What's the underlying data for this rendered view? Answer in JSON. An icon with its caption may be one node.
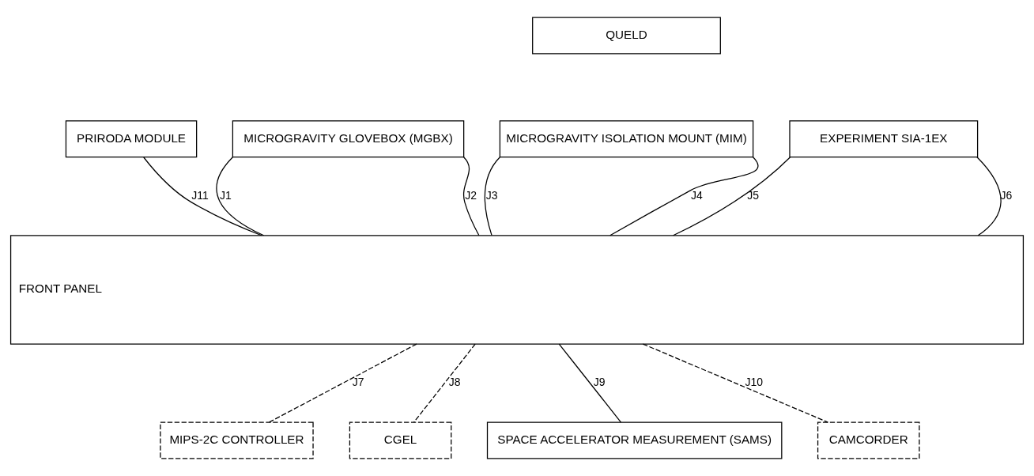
{
  "diagram": {
    "nodes": [
      {
        "text": [
          "PRIRODA MODULE"
        ]
      },
      {
        "text": [
          "MICROGRAVITY GLOVEBOX (MGBX)"
        ]
      },
      {
        "text": [
          "QUELD"
        ]
      },
      {
        "text": [
          "MICROGRAVITY ISOLATION MOUNT (MIM)"
        ]
      },
      {
        "text": [
          "EXPERIMENT SIA-1EX"
        ]
      },
      {
        "text": [
          "FRONT PANEL"
        ]
      },
      {
        "text": [
          "MIPS-2C CONTROLLER"
        ]
      },
      {
        "text": [
          "CGEL"
        ]
      },
      {
        "text": [
          "SPACE ACCELERATOR MEASUREMENT (SAMS)"
        ]
      },
      {
        "text": [
          "CAMCORDER"
        ]
      }
    ],
    "edges": [
      {
        "from": 0,
        "to": 5,
        "arrow": "none",
        "label": "J11"
      },
      {
        "from": 1,
        "to": 5,
        "arrow": "none",
        "label": "J1"
      },
      {
        "from": 1,
        "to": 5,
        "arrow": "none",
        "label": "J2"
      },
      {
        "from": 3,
        "to": 5,
        "arrow": "none",
        "label": "J3"
      },
      {
        "from": 3,
        "to": 5,
        "arrow": "none",
        "label": "J4"
      },
      {
        "from": 4,
        "to": 5,
        "arrow": "none",
        "label": "J5"
      },
      {
        "from": 4,
        "to": 5,
        "arrow": "none",
        "label": "J6"
      },
      {
        "from": 5,
        "to": 6,
        "arrow": "none",
        "label": "J7",
        "style": "dashed"
      },
      {
        "from": 5,
        "to": 7,
        "arrow": "none",
        "label": "J8",
        "style": "dashed"
      },
      {
        "from": 5,
        "to": 8,
        "arrow": "none",
        "label": "J9"
      },
      {
        "from": 5,
        "to": 9,
        "arrow": "none",
        "label": "J10",
        "style": "dashed"
      }
    ]
  }
}
